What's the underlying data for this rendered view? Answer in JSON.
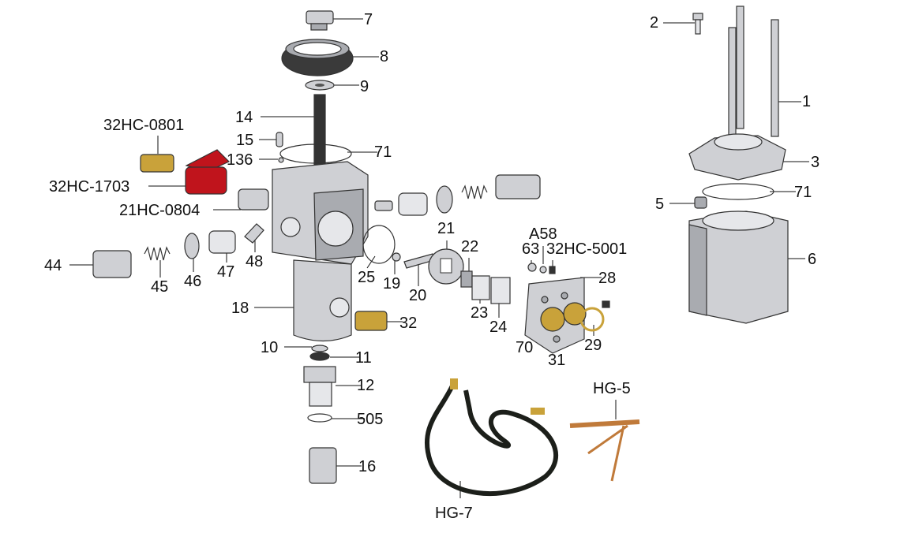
{
  "title": "Exploded parts diagram",
  "labels": {
    "p7": "7",
    "p8": "8",
    "p9": "9",
    "p14": "14",
    "p32HC0801": "32HC-0801",
    "p15": "15",
    "p71a": "71",
    "p136": "136",
    "p32HC1703": "32HC-1703",
    "p21HC0804": "21HC-0804",
    "p44": "44",
    "p45": "45",
    "p46": "46",
    "p47": "47",
    "p48": "48",
    "p25": "25",
    "p19": "19",
    "p20": "20",
    "p21": "21",
    "p22": "22",
    "p23": "23",
    "p24": "24",
    "pA58": "A58",
    "p63": "63",
    "p32HC5001": "32HC-5001",
    "p28": "28",
    "p70": "70",
    "p31": "31",
    "p29": "29",
    "p18": "18",
    "p32": "32",
    "p10": "10",
    "p11": "11",
    "p12": "12",
    "p505": "505",
    "p16": "16",
    "pHG7": "HG-7",
    "pHG5": "HG-5",
    "p2": "2",
    "p1": "1",
    "p3": "3",
    "p71b": "71",
    "p5": "5",
    "p6": "6"
  },
  "colors": {
    "metal": "#cfd0d4",
    "brass": "#c9a23a",
    "valve_red": "#c0141c",
    "hose": "#1c1f1a"
  }
}
